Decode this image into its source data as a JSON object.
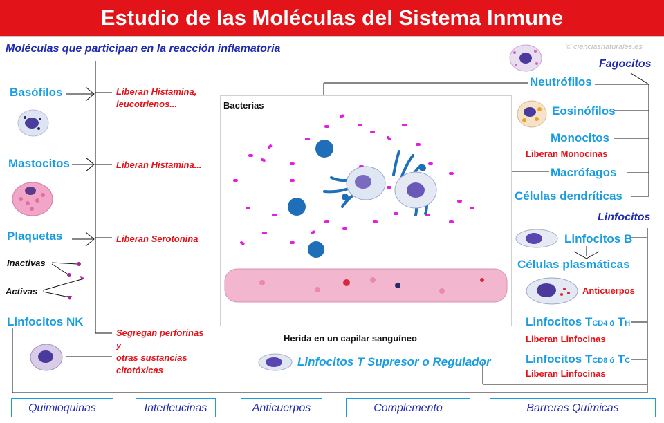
{
  "title": "Estudio de las Moléculas del Sistema Inmune",
  "subtitle": "Moléculas que participan en la reacción inflamatoria",
  "copyright": "© cienciasnaturales.es",
  "left": {
    "basofilos": "Basófilos",
    "basofilos_note": [
      "Liberan Histamina,",
      "leucotrienos..."
    ],
    "mastocitos": "Mastocitos",
    "mastocitos_note": "Liberan Histamina...",
    "plaquetas": "Plaquetas",
    "plaquetas_note": "Liberan Serotonina",
    "inactivas": "Inactivas",
    "activas": "Activas",
    "nk": "Linfocitos NK",
    "nk_note": [
      "Segregan perforinas",
      "y",
      "otras sustancias",
      "citotóxicas"
    ]
  },
  "center": {
    "bacterias": "Bacterias",
    "caption": "Herida en un capilar sanguíneo",
    "supresor": "Linfocitos T Supresor o Regulador"
  },
  "right": {
    "fagocitos": "Fagocitos",
    "neutrofilos": "Neutrófilos",
    "eosinofilos": "Eosinófilos",
    "monocitos": "Monocitos",
    "monocitos_note": "Liberan Monocinas",
    "macrofagos": "Macrófagos",
    "dendriticas": "Células dendríticas",
    "linfocitos": "Linfocitos",
    "linfocitos_b": "Linfocitos B",
    "plasmaticas": "Células plasmáticas",
    "anticuerpos": "Anticuerpos",
    "th_main": "Linfocitos T",
    "th_sub": "CD4 ó",
    "th_t": "T",
    "th_h": "H",
    "th_note": "Liberan Linfocinas",
    "tc_main": "Linfocitos T",
    "tc_sub": "CD8 ó",
    "tc_t": "T",
    "tc_c": "C",
    "tc_note": "Liberan Linfocinas"
  },
  "buttons": [
    "Quimioquinas",
    "Interleucinas",
    "Anticuerpos",
    "Complemento",
    "Barreras Químicas"
  ],
  "colors": {
    "banner": "#e3131a",
    "accent_blue": "#1a9de0",
    "navy": "#1f2bb0",
    "note_red": "#e3131a",
    "bacteria": "#e020e0",
    "neutrophil": "#1e6fb8",
    "capillary": "#f2b6cf"
  }
}
